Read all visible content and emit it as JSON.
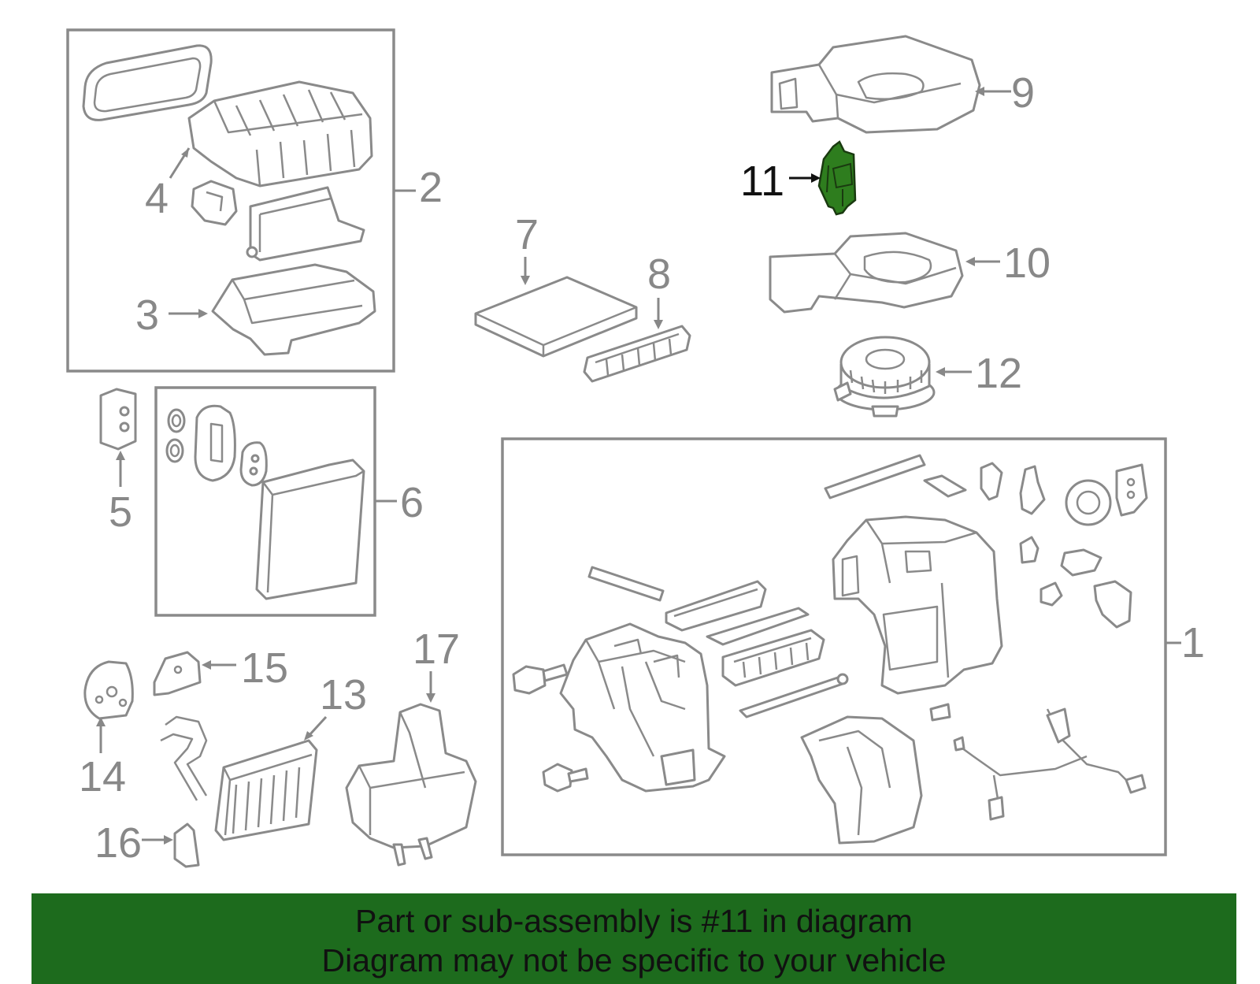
{
  "callouts": {
    "c1": "1",
    "c2": "2",
    "c3": "3",
    "c4": "4",
    "c5": "5",
    "c6": "6",
    "c7": "7",
    "c8": "8",
    "c9": "9",
    "c10": "10",
    "c11": "11",
    "c12": "12",
    "c13": "13",
    "c14": "14",
    "c15": "15",
    "c16": "16",
    "c17": "17"
  },
  "highlight": {
    "part": "11",
    "color": "#2e7d1e"
  },
  "banner": {
    "line1": "Part or sub-assembly is #11 in diagram",
    "line2": "Diagram may not be specific to your vehicle",
    "color": "#1d6b1d"
  }
}
